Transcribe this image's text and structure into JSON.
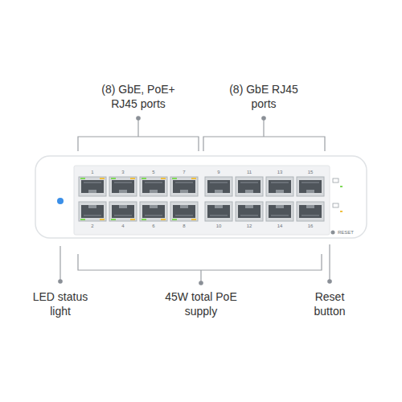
{
  "diagram": {
    "labels": [
      "(8) GbE, PoE+ RJ45 ports",
      "(8) GbE RJ45 ports",
      "LED status light",
      "45W total PoE supply",
      "Reset button",
      "1",
      "3",
      "5",
      "7",
      "9",
      "11",
      "13",
      "15",
      "2",
      "4",
      "6",
      "8",
      "10",
      "12",
      "14",
      "16",
      "RESET"
    ]
  }
}
